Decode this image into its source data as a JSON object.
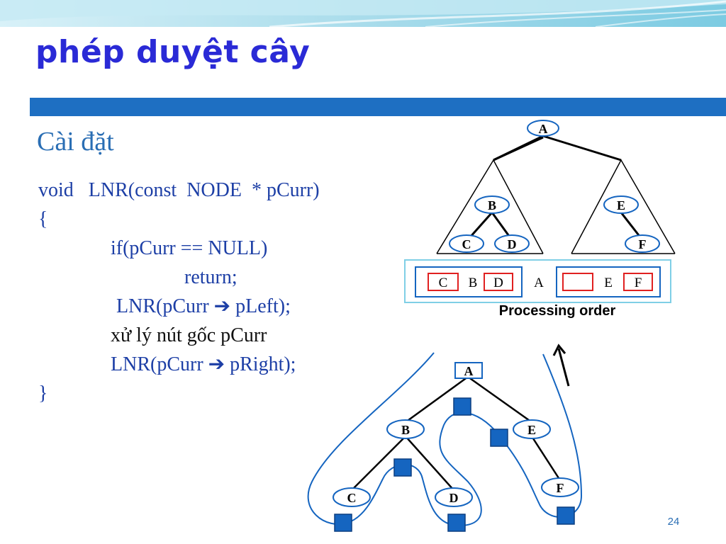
{
  "slide": {
    "title": "phép duyệt cây",
    "heading": "Cài đặt",
    "page_number": "24"
  },
  "code": {
    "lines": [
      "void   LNR(const  NODE  * pCurr)",
      "{",
      "if(pCurr == NULL)",
      "return;",
      "LNR(pCurr ➔ pLeft);",
      "xử lý nút gốc pCurr",
      "LNR(pCurr ➔ pRight);",
      "}"
    ]
  },
  "tree_top": {
    "nodes": {
      "root": "A",
      "b": "B",
      "e": "E",
      "c": "C",
      "d": "D",
      "f": "F"
    }
  },
  "processing_order": {
    "label": "Processing  order",
    "left_box": [
      "C",
      "B",
      "D"
    ],
    "root": "A",
    "right_box": [
      "",
      "E",
      "F"
    ]
  },
  "tree_bottom": {
    "nodes": {
      "root": "A",
      "b": "B",
      "e": "E",
      "c": "C",
      "d": "D",
      "f": "F"
    }
  },
  "colors": {
    "title": "#2a2ad6",
    "bar": "#1e6fc2",
    "code": "#1d3fa6",
    "heading": "#2a6eb4",
    "highlight": "#e02020",
    "traversal_square": "#1565c0"
  }
}
